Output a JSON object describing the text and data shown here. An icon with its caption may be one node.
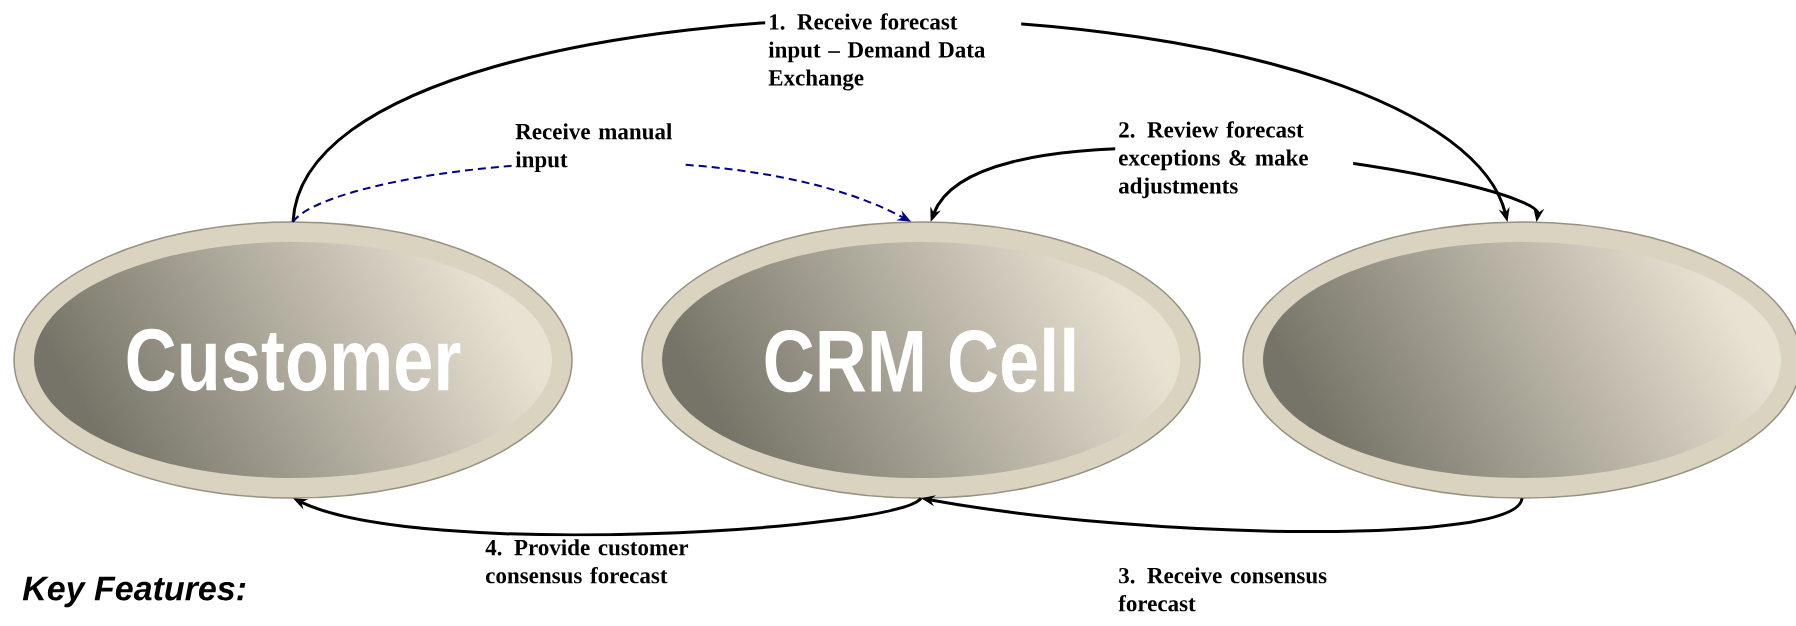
{
  "diagram": {
    "nodes": [
      {
        "text": [
          "Customer"
        ]
      },
      {
        "text": [
          "CRM Cell"
        ]
      },
      {
        "text": [],
        "shape": "ellipse"
      }
    ],
    "edges": [
      {
        "from": 0,
        "to": 2,
        "arrow": "to",
        "label": "1.  Receive forecast input – Demand Data Exchange"
      },
      {
        "from": 0,
        "to": 1,
        "arrow": "to",
        "label": "Receive manual input",
        "style": "dashed",
        "color": "#00008b"
      },
      {
        "from": 1,
        "to": 2,
        "arrow": "both",
        "label": "2.  Review forecast exceptions & make adjustments"
      },
      {
        "from": 2,
        "to": 1,
        "arrow": "to",
        "label": "3.  Receive consensus forecast"
      },
      {
        "from": 1,
        "to": 0,
        "arrow": "to",
        "label": "4.  Provide customer consensus forecast"
      }
    ],
    "labels": [
      "Key Features:"
    ]
  }
}
